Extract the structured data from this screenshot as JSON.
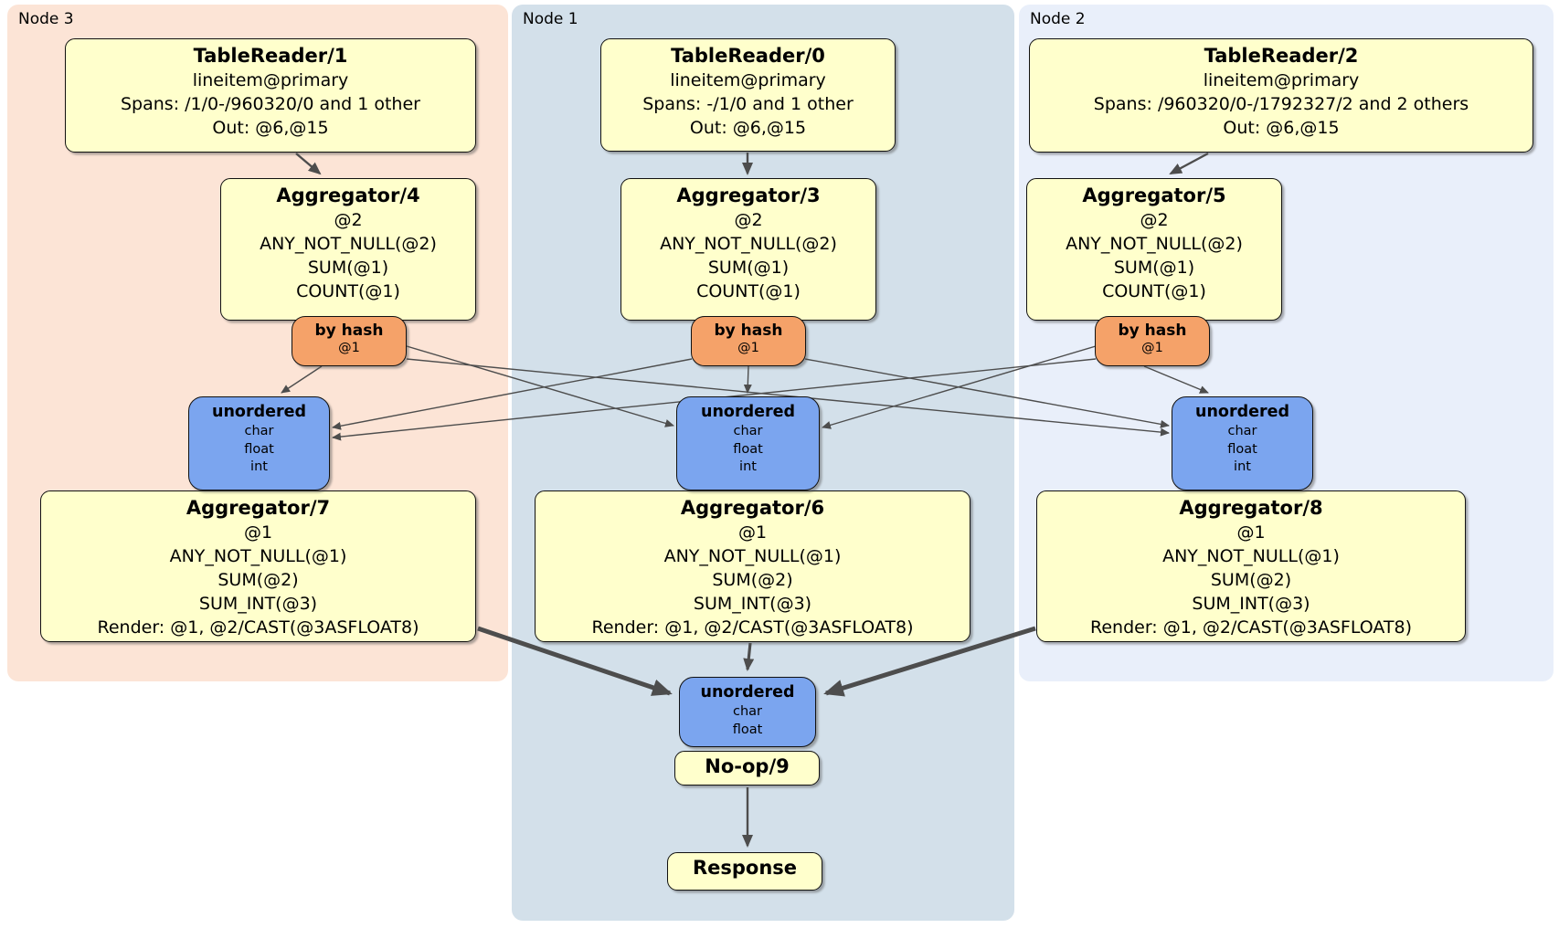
{
  "regions": [
    {
      "label": "Node 3"
    },
    {
      "label": "Node 1"
    },
    {
      "label": "Node 2"
    }
  ],
  "boxes": {
    "tr1": {
      "title": "TableReader/1",
      "lines": [
        "lineitem@primary",
        "Spans: /1/0-/960320/0 and 1 other",
        "Out: @6,@15"
      ]
    },
    "tr0": {
      "title": "TableReader/0",
      "lines": [
        "lineitem@primary",
        "Spans: -/1/0 and 1 other",
        "Out: @6,@15"
      ]
    },
    "tr2": {
      "title": "TableReader/2",
      "lines": [
        "lineitem@primary",
        "Spans: /960320/0-/1792327/2 and 2 others",
        "Out: @6,@15"
      ]
    },
    "agg4": {
      "title": "Aggregator/4",
      "lines": [
        "@2",
        "ANY_NOT_NULL(@2)",
        "SUM(@1)",
        "COUNT(@1)"
      ]
    },
    "agg3": {
      "title": "Aggregator/3",
      "lines": [
        "@2",
        "ANY_NOT_NULL(@2)",
        "SUM(@1)",
        "COUNT(@1)"
      ]
    },
    "agg5": {
      "title": "Aggregator/5",
      "lines": [
        "@2",
        "ANY_NOT_NULL(@2)",
        "SUM(@1)",
        "COUNT(@1)"
      ]
    },
    "agg7": {
      "title": "Aggregator/7",
      "lines": [
        "@1",
        "ANY_NOT_NULL(@1)",
        "SUM(@2)",
        "SUM_INT(@3)",
        "Render: @1, @2/CAST(@3ASFLOAT8)"
      ]
    },
    "agg6": {
      "title": "Aggregator/6",
      "lines": [
        "@1",
        "ANY_NOT_NULL(@1)",
        "SUM(@2)",
        "SUM_INT(@3)",
        "Render: @1, @2/CAST(@3ASFLOAT8)"
      ]
    },
    "agg8": {
      "title": "Aggregator/8",
      "lines": [
        "@1",
        "ANY_NOT_NULL(@1)",
        "SUM(@2)",
        "SUM_INT(@3)",
        "Render: @1, @2/CAST(@3ASFLOAT8)"
      ]
    },
    "noop": {
      "title": "No-op/9",
      "lines": []
    },
    "resp": {
      "title": "Response",
      "lines": []
    },
    "hash_l": {
      "title": "by hash",
      "lines": [
        "@1"
      ]
    },
    "hash_m": {
      "title": "by hash",
      "lines": [
        "@1"
      ]
    },
    "hash_r": {
      "title": "by hash",
      "lines": [
        "@1"
      ]
    },
    "un_l": {
      "title": "unordered",
      "lines": [
        "char",
        "float",
        "int"
      ]
    },
    "un_m": {
      "title": "unordered",
      "lines": [
        "char",
        "float",
        "int"
      ]
    },
    "un_r": {
      "title": "unordered",
      "lines": [
        "char",
        "float",
        "int"
      ]
    },
    "un_b": {
      "title": "unordered",
      "lines": [
        "char",
        "float"
      ]
    }
  },
  "colors": {
    "region_node3": "#fce4d6",
    "region_node1": "#d3e0ea",
    "region_node2": "#e9effa",
    "processor_fill": "#ffffcc",
    "router_fill": "#f5a269",
    "sync_fill": "#7ba5ef",
    "edge": "#4d4d4d"
  }
}
